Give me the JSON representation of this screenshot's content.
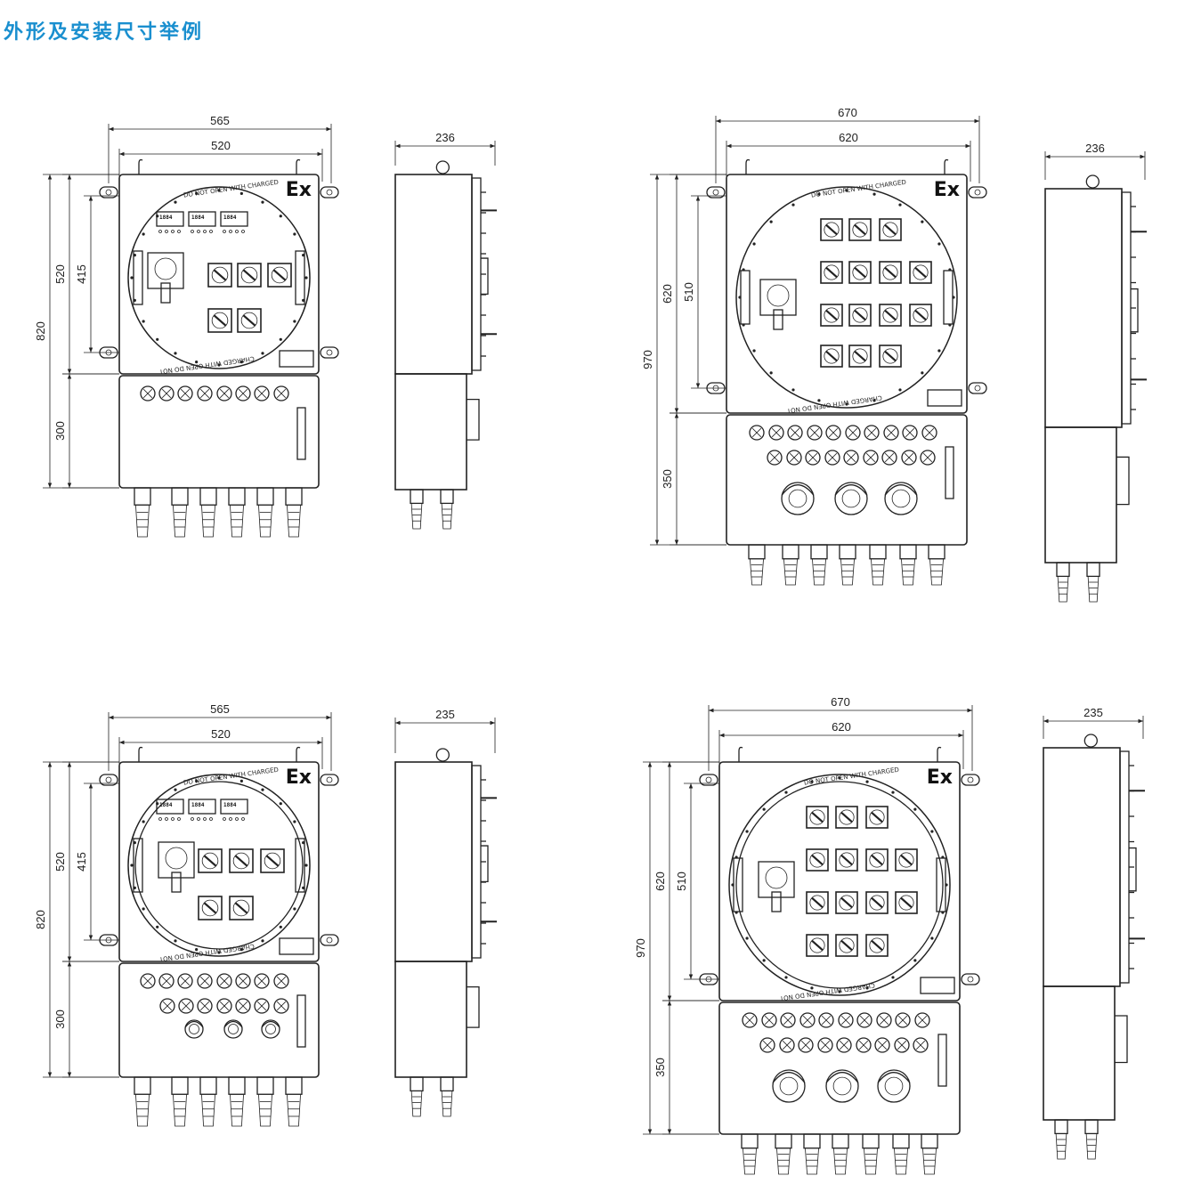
{
  "title": "外形及安装尺寸举例",
  "colors": {
    "title": "#1a8fcf",
    "line": "#222222",
    "background": "#ffffff"
  },
  "mark": "Ex",
  "cover_text_top": "DO NOT OPEN WITH CHARGED",
  "cover_text_bottom": "CHARGED WITH OPEN DO NOT",
  "meter_label": "1884",
  "panels": [
    {
      "front_width_outer": "565",
      "front_width_inner": "520",
      "total_height": "820",
      "upper_height": "520",
      "mount_height": "415",
      "lower_height": "300",
      "side_depth": "236"
    },
    {
      "front_width_outer": "670",
      "front_width_inner": "620",
      "total_height": "970",
      "upper_height": "620",
      "mount_height": "510",
      "lower_height": "350",
      "side_depth": "236"
    },
    {
      "front_width_outer": "565",
      "front_width_inner": "520",
      "total_height": "820",
      "upper_height": "520",
      "mount_height": "415",
      "lower_height": "300",
      "side_depth": "235"
    },
    {
      "front_width_outer": "670",
      "front_width_inner": "620",
      "total_height": "970",
      "upper_height": "620",
      "mount_height": "510",
      "lower_height": "350",
      "side_depth": "235"
    }
  ]
}
